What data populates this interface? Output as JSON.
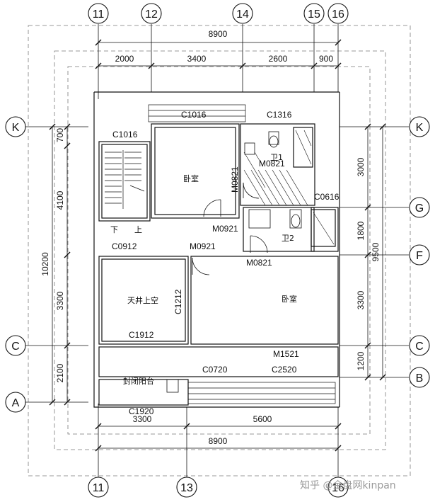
{
  "colors": {
    "line": "#111111",
    "dash": "#7a7a7a",
    "watermark": "#9a9a9a"
  },
  "grid_labels": {
    "top": [
      "11",
      "12",
      "14",
      "15",
      "16"
    ],
    "bottom": [
      "11",
      "13",
      "16"
    ],
    "left": [
      "K",
      "C",
      "A"
    ],
    "right": [
      "K",
      "G",
      "F",
      "C",
      "B"
    ]
  },
  "dimensions": {
    "top_total": "8900",
    "top_segments": [
      "2000",
      "3400",
      "2600",
      "900"
    ],
    "bottom_segments": [
      "3300",
      "5600"
    ],
    "bottom_total": "8900",
    "left_total": "10200",
    "left_segments": [
      "700",
      "4100",
      "3300",
      "2100"
    ],
    "right_total": "9500",
    "right_segments": [
      "3000",
      "1800",
      "3300",
      "1200"
    ]
  },
  "window_labels": {
    "w_top_bedroom": "C1016",
    "w_top_bath": "C1316",
    "w_stair": "C1016",
    "w_lightwell_top": "C0912",
    "w_bath2": "C0616",
    "w_lightwell_side": "C1212",
    "w_lightwell_bottom": "C1912",
    "w_bottom": "C1920",
    "w_balcony_a": "C0720",
    "w_balcony_b": "C2520"
  },
  "door_labels": {
    "d_bath1": "M0821",
    "d_bedroom1": "M0821",
    "d_bedroom1_b": "M0921",
    "d_bath2": "M0821",
    "d_bedroom2": "M0921",
    "d_balcony": "M1521"
  },
  "room_labels": {
    "bedroom_1": "卧室",
    "bedroom_2": "卧室",
    "bath_1": "卫1",
    "bath_2": "卫2",
    "lightwell": "天井上空",
    "balcony": "封闭阳台",
    "stair_down": "下",
    "stair_up": "上"
  },
  "watermark": "知乎 @金盘网kinpan"
}
